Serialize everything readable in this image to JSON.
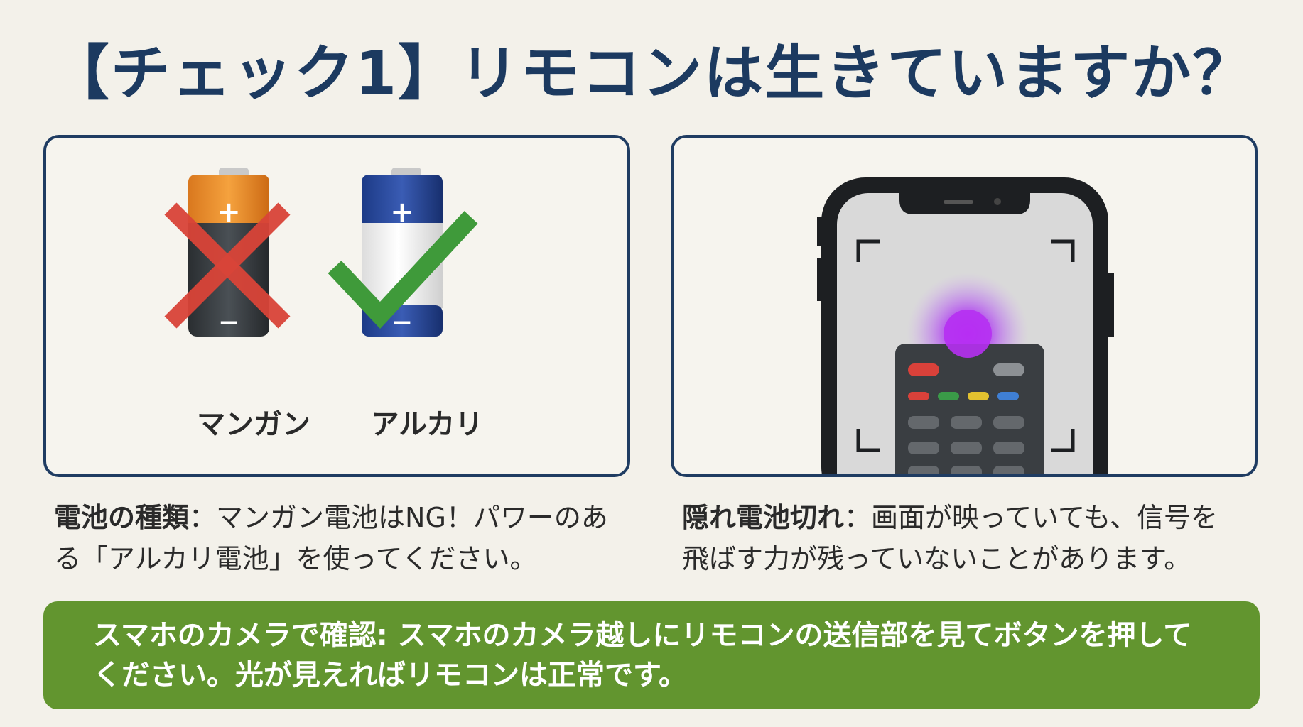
{
  "title": "【チェック1】リモコンは生きていますか？",
  "left_panel": {
    "batteries": [
      {
        "label": "マンガン",
        "plus": "+",
        "minus": "−",
        "status": "ng",
        "status_icon": "cross-icon"
      },
      {
        "label": "アルカリ",
        "plus": "+",
        "minus": "−",
        "status": "ok",
        "status_icon": "check-icon"
      }
    ],
    "caption_heading": "電池の種類",
    "caption_sep": "：",
    "caption_body": "マンガン電池はNG！パワーのある「アルカリ電池」を使ってください。"
  },
  "right_panel": {
    "caption_heading": "隠れ電池切れ",
    "caption_sep": "：",
    "caption_body": "画面が映っていても、信号を飛ばす力が残っていないことがあります。"
  },
  "banner": {
    "text": "スマホのカメラで確認: スマホのカメラ越しにリモコンの送信部を見てボタンを押してください。光が見えればリモコンは正常です。"
  },
  "colors": {
    "title": "#1c3a60",
    "panel_border": "#1f3c62",
    "banner_bg": "#62952f",
    "cross": "#d94438",
    "check": "#3f9a3a",
    "ir_glow": "#a020e8"
  }
}
